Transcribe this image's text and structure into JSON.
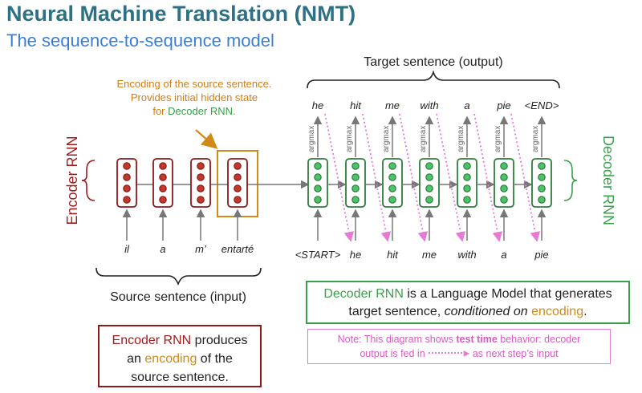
{
  "title": "Neural Machine Translation (NMT)",
  "subtitle": "The sequence-to-sequence model",
  "encoding_caption": {
    "line1": "Encoding of the source sentence.",
    "line2": "Provides initial hidden state",
    "line3_prefix": "for ",
    "line3_highlight": "Decoder RNN",
    "line3_suffix": "."
  },
  "target_label": "Target sentence (output)",
  "source_label": "Source sentence (input)",
  "encoder_label": "Encoder RNN",
  "decoder_label": "Decoder RNN",
  "argmax_label": "argmax",
  "source_words": [
    "il",
    "a",
    "m’",
    "entarté"
  ],
  "decoder_inputs": [
    "<START>",
    "he",
    "hit",
    "me",
    "with",
    "a",
    "pie"
  ],
  "decoder_outputs": [
    "he",
    "hit",
    "me",
    "with",
    "a",
    "pie",
    "<END>"
  ],
  "encoder_note": {
    "highlight1": "Encoder RNN",
    "text1": " produces",
    "text2": "an ",
    "highlight2": "encoding",
    "text3": " of the",
    "text4": "source sentence."
  },
  "decoder_note": {
    "highlight1": "Decoder RNN",
    "text1": " is a Language Model that generates",
    "text2": "target sentence, ",
    "italic": "conditioned on",
    "text3": " ",
    "highlight2": "encoding",
    "text4": "."
  },
  "test_note": {
    "prefix": "Note: This diagram shows ",
    "bold": "test time",
    "suffix": " behavior: decoder",
    "line2_prefix": "output is fed in",
    "line2_suffix": "as next step’s input"
  },
  "colors": {
    "encoder": "#a01c1c",
    "decoder": "#3aa04a",
    "encoding": "#d08a17",
    "feedback": "#e87ad6"
  }
}
